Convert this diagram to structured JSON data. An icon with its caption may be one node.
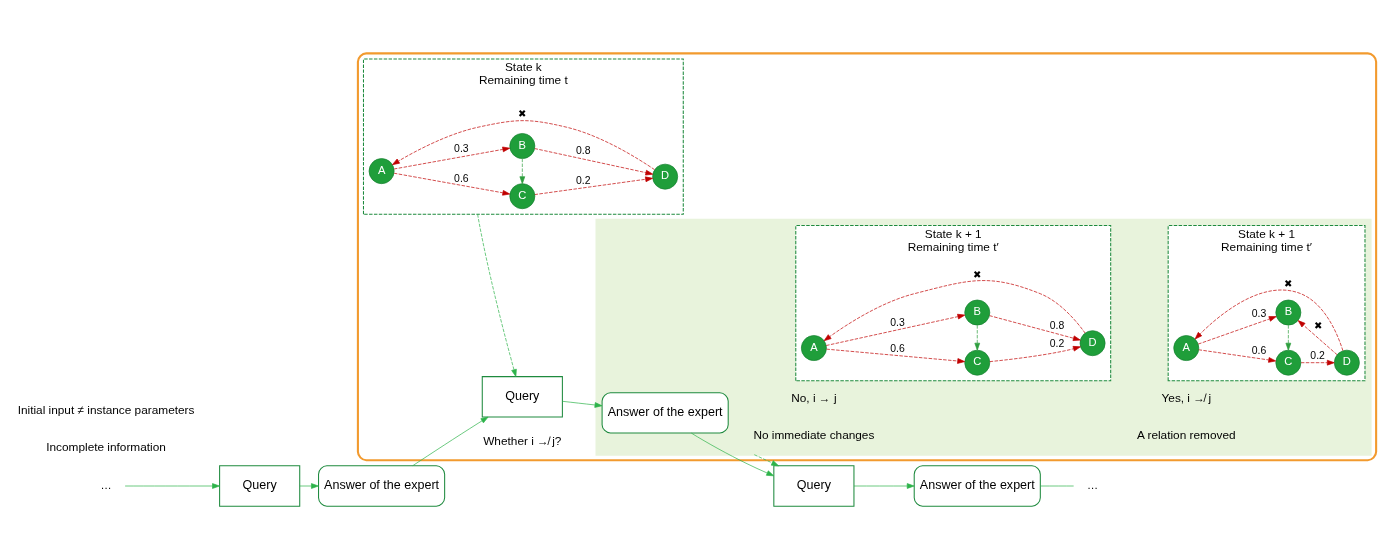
{
  "diagram": {
    "nodes": [
      {
        "text": [
          "…"
        ]
      },
      {
        "text": [
          "Query"
        ]
      },
      {
        "text": [
          "Answer of the expert"
        ]
      },
      {
        "text": [],
        "shape": "box"
      },
      {
        "text": [
          "Query"
        ],
        "in": 3
      },
      {
        "text": [],
        "shape": "band",
        "in": 3
      },
      {
        "text": [
          "Answer of the expert"
        ],
        "in": 5
      },
      {
        "text": [
          "Query"
        ]
      },
      {
        "text": [
          "Answer of the expert"
        ]
      },
      {
        "text": [
          "…"
        ]
      },
      {
        "text": [
          "State k",
          "Remaining time t"
        ],
        "in": 3
      },
      {
        "text": [
          "A"
        ],
        "in": 10
      },
      {
        "text": [
          "C"
        ],
        "in": 10
      },
      {
        "text": [
          "B"
        ],
        "in": 10
      },
      {
        "text": [
          "D"
        ],
        "in": 10
      },
      {
        "text": [
          "State k + 1",
          "Remaining time t′"
        ],
        "in": 5
      },
      {
        "text": [
          "A"
        ],
        "in": 15
      },
      {
        "text": [
          "C"
        ],
        "in": 15
      },
      {
        "text": [
          "B"
        ],
        "in": 15
      },
      {
        "text": [
          "D"
        ],
        "in": 15
      },
      {
        "text": [
          "State k + 1",
          "Remaining time t′"
        ],
        "in": 5
      },
      {
        "text": [
          "A"
        ],
        "in": 20
      },
      {
        "text": [
          "C"
        ],
        "in": 20
      },
      {
        "text": [
          "B"
        ],
        "in": 20
      },
      {
        "text": [
          "D"
        ],
        "in": 20
      }
    ],
    "edges": [
      {
        "from": 0,
        "to": 1,
        "arrow": "to",
        "color": "#2db34a"
      },
      {
        "from": 1,
        "to": 2,
        "arrow": "to",
        "color": "#2db34a"
      },
      {
        "from": 2,
        "to": 4,
        "arrow": "to",
        "color": "#2db34a"
      },
      {
        "from": 4,
        "to": 6,
        "arrow": "to",
        "color": "#2db34a"
      },
      {
        "from": 6,
        "to": 7,
        "arrow": "to",
        "color": "#2db34a"
      },
      {
        "from": 7,
        "to": 8,
        "arrow": "to",
        "color": "#2db34a"
      },
      {
        "from": 8,
        "to": 9,
        "arrow": "none",
        "color": "#2db34a"
      },
      {
        "from": 10,
        "to": 4,
        "arrow": "to",
        "style": "dashed",
        "color": "#2db34a"
      },
      {
        "from": 5,
        "to": 7,
        "arrow": "to",
        "style": "dashed",
        "color": "#2db34a"
      },
      {
        "from": 11,
        "to": 12,
        "arrow": "to",
        "label": "0.6",
        "style": "dashed",
        "color": "#c00000"
      },
      {
        "from": 11,
        "to": 13,
        "arrow": "to",
        "label": "0.3",
        "style": "dashed",
        "color": "#c00000"
      },
      {
        "from": 13,
        "to": 12,
        "arrow": "to",
        "style": "dashed",
        "color": "#2e9e3e"
      },
      {
        "from": 12,
        "to": 14,
        "arrow": "to",
        "label": "0.2",
        "style": "dashed",
        "color": "#c00000"
      },
      {
        "from": 14,
        "to": 11,
        "arrow": "to",
        "label": "✖",
        "style": "dashed",
        "color": "#c00000"
      },
      {
        "from": 13,
        "to": 14,
        "arrow": "to",
        "label": "0.8",
        "style": "dashed",
        "color": "#c00000"
      },
      {
        "from": 16,
        "to": 17,
        "arrow": "to",
        "label": "0.6",
        "style": "dashed",
        "color": "#c00000"
      },
      {
        "from": 16,
        "to": 18,
        "arrow": "to",
        "label": "0.3",
        "style": "dashed",
        "color": "#c00000"
      },
      {
        "from": 18,
        "to": 17,
        "arrow": "to",
        "style": "dashed",
        "color": "#2e9e3e"
      },
      {
        "from": 17,
        "to": 19,
        "arrow": "to",
        "label": "0.2",
        "style": "dashed",
        "color": "#c00000"
      },
      {
        "from": 19,
        "to": 16,
        "arrow": "to",
        "label": "✖",
        "style": "dashed",
        "color": "#c00000"
      },
      {
        "from": 18,
        "to": 19,
        "arrow": "to",
        "label": "0.8",
        "style": "dashed",
        "color": "#c00000"
      },
      {
        "from": 21,
        "to": 22,
        "arrow": "to",
        "label": "0.6",
        "style": "dashed",
        "color": "#c00000"
      },
      {
        "from": 21,
        "to": 23,
        "arrow": "to",
        "label": "0.3",
        "style": "dashed",
        "color": "#c00000"
      },
      {
        "from": 23,
        "to": 22,
        "arrow": "to",
        "style": "dashed",
        "color": "#2e9e3e"
      },
      {
        "from": 22,
        "to": 24,
        "arrow": "to",
        "label": "0.2",
        "style": "dashed",
        "color": "#c00000"
      },
      {
        "from": 24,
        "to": 21,
        "arrow": "to",
        "label": "✖",
        "style": "dashed",
        "color": "#c00000"
      },
      {
        "from": 24,
        "to": 23,
        "arrow": "to",
        "label": "✖",
        "style": "dashed",
        "color": "#c00000"
      }
    ],
    "labels": [
      "Incomplete information",
      "Initial input ≠ instance parameters",
      "Whether i ↛ j?",
      "No, i → j",
      "No immediate changes",
      "Yes, i ↛ j",
      "A relation removed"
    ]
  }
}
